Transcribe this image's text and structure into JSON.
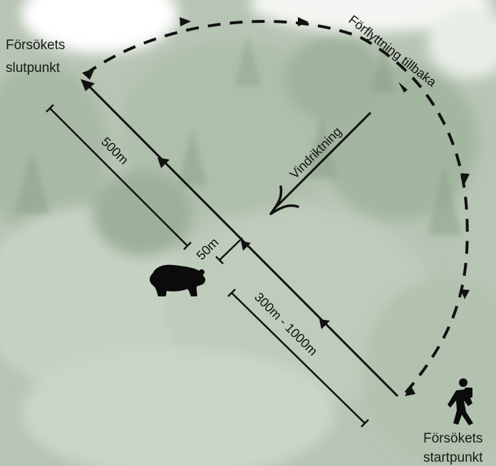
{
  "labels": {
    "end_point_line1": "Försökets",
    "end_point_line2": "slutpunkt",
    "start_point_line1": "Försökets",
    "start_point_line2": "startpunkt",
    "return_path": "Förflyttning tillbaka",
    "wind_direction": "Vindriktning",
    "distance_500": "500m",
    "distance_50": "50m",
    "distance_300_1000": "300m - 1000m"
  },
  "icons": {
    "animal": "bear-icon",
    "person": "hiker-icon"
  },
  "colors": {
    "ink": "#111111",
    "forest_dark": "#8fa48d",
    "forest_light": "#c9d5c6",
    "sky": "#ffffff"
  }
}
